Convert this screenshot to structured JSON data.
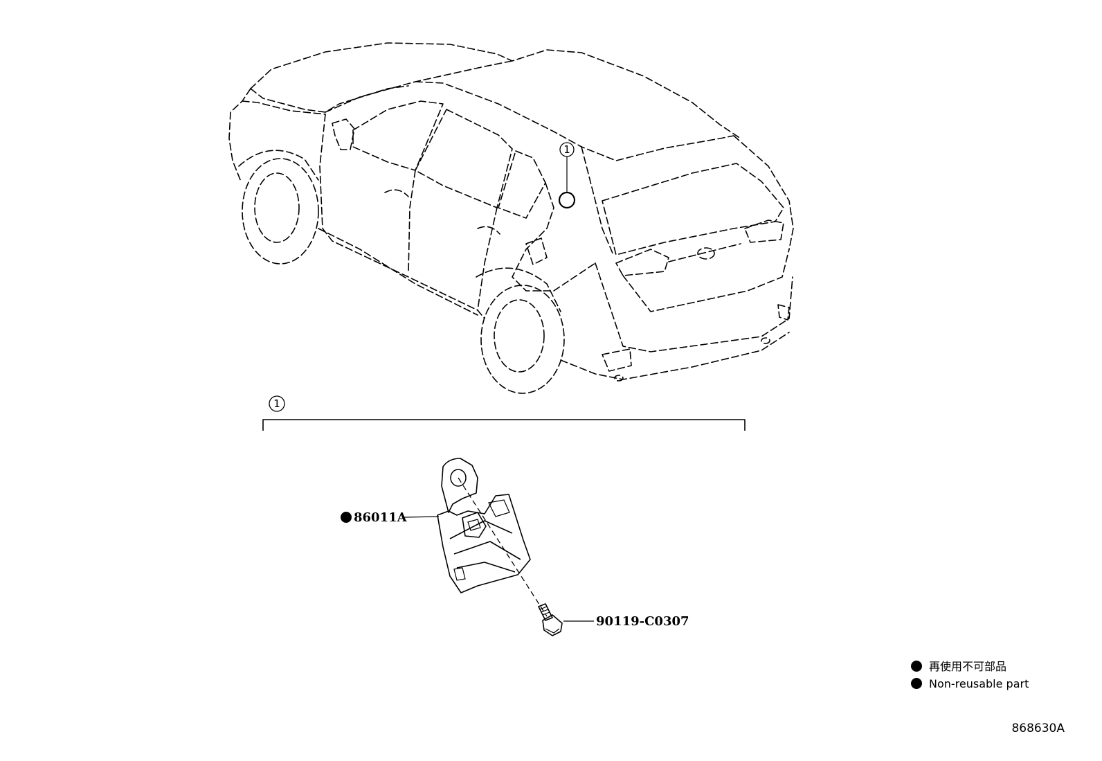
{
  "diagram": {
    "callout_number": "1",
    "group_callout_number": "1",
    "parts": [
      {
        "part_number": "86011A",
        "non_reusable": true
      },
      {
        "part_number": "90119-C0307",
        "non_reusable": false
      }
    ],
    "legend": {
      "japanese": "再使用不可部品",
      "english": "Non-reusable part"
    },
    "illustration_code": "868630A"
  }
}
